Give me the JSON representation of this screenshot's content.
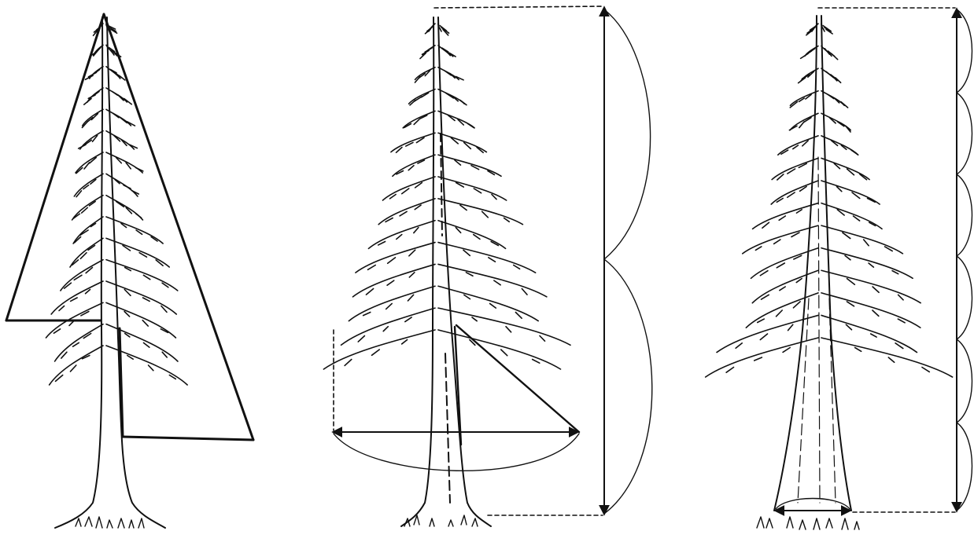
{
  "illustration": {
    "panels": [
      {
        "id": "left-tree",
        "construction": "triangle"
      },
      {
        "id": "middle-tree",
        "construction": "two-arcs-and-base-width"
      },
      {
        "id": "right-tree",
        "construction": "six-small-arcs-and-base-width"
      }
    ],
    "colors": {
      "ink": "#111111",
      "paper": "#ffffff"
    }
  }
}
